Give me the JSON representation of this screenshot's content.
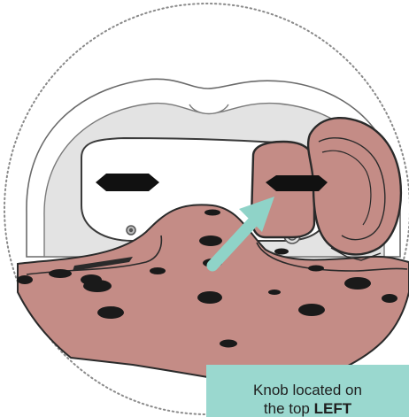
{
  "callout": {
    "line1": "Knob located on",
    "line2_prefix": "the top ",
    "line2_emphasis": "LEFT"
  },
  "colors": {
    "tissue_fill": "#c48c86",
    "tissue_stroke": "#2a2a2a",
    "hole": "#1a1a1a",
    "arrow": "#8fd3c8",
    "callout_bg": "#9ad8cf",
    "device_fill": "#ffffff",
    "device_shadow": "#e2e2e2",
    "boundary": "#8a8a8a"
  },
  "icons": {
    "arrow": "arrow-up-right-icon",
    "knob": "knob-icon",
    "adjust_screw": "screw-icon"
  }
}
